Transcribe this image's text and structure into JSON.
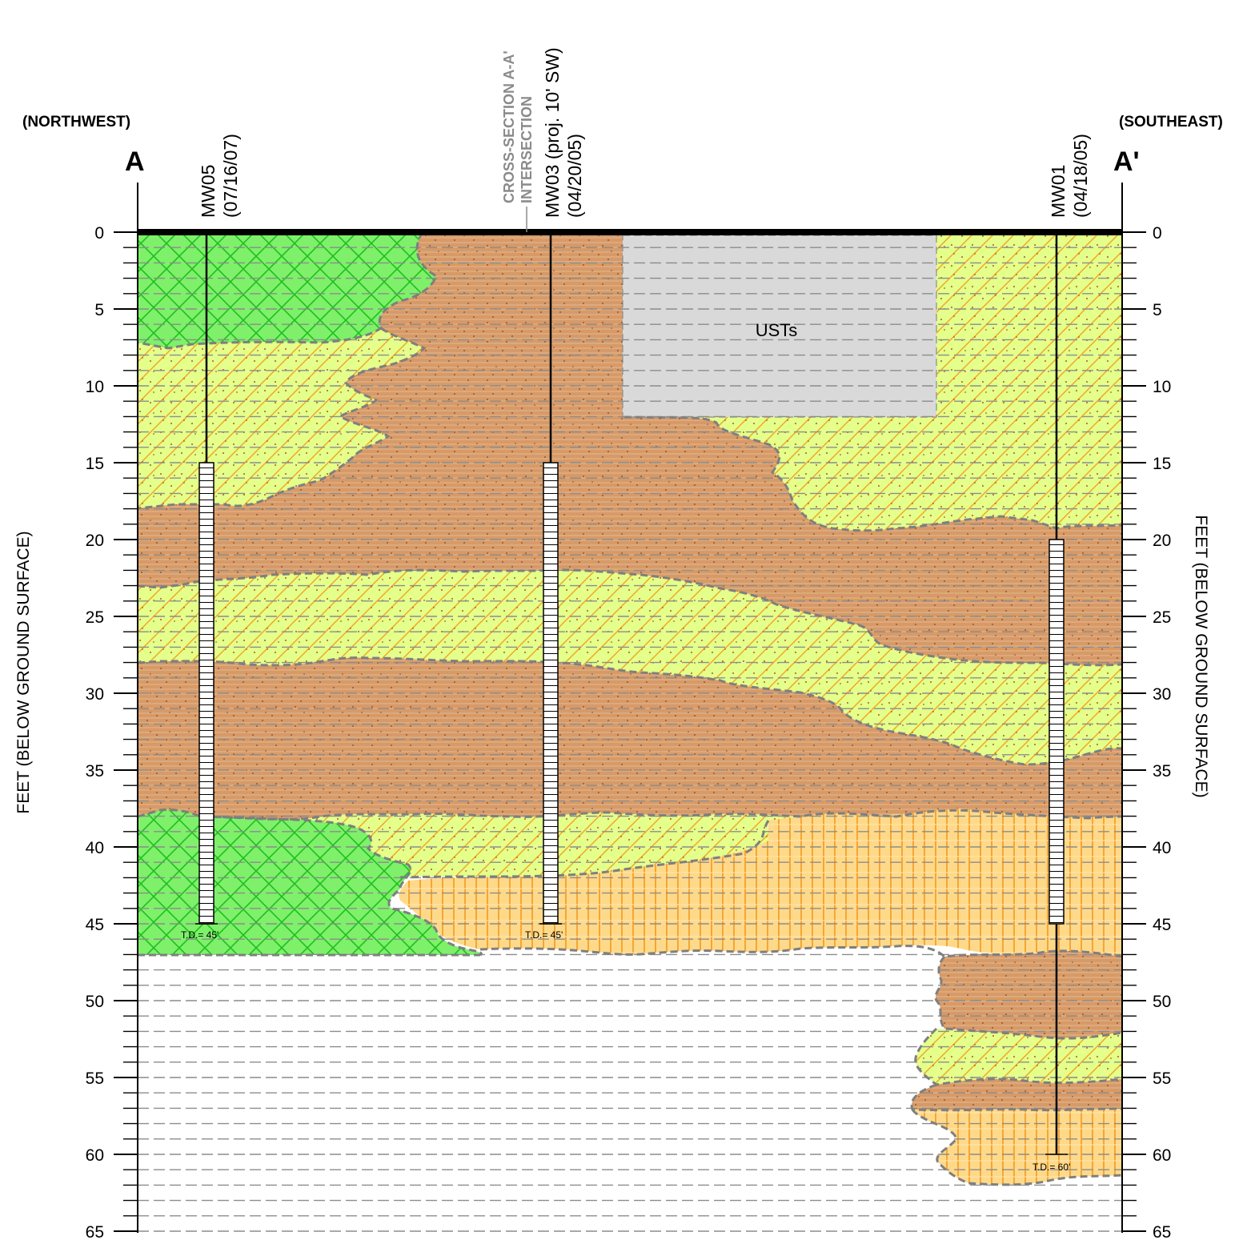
{
  "section": {
    "start_label": "A",
    "end_label": "A'",
    "start_direction": "(NORTHWEST)",
    "end_direction": "(SOUTHEAST)",
    "left_axis_title": "FEET (BELOW GROUND SURFACE)",
    "right_axis_title": "FEET (BELOW GROUND SURFACE)",
    "depth_ticks": [
      "0",
      "5",
      "10",
      "15",
      "20",
      "25",
      "30",
      "35",
      "40",
      "45",
      "50",
      "55",
      "60",
      "65"
    ]
  },
  "intersection": {
    "line1": "CROSS-SECTION A-A'",
    "line2": "INTERSECTION"
  },
  "wells": [
    {
      "id": "MW05",
      "name_line": "MW05",
      "date_line": "(07/16/07)",
      "screen_top_ft": 15,
      "screen_bottom_ft": 45,
      "total_depth_ft": 45,
      "td_label": "T.D.= 45'"
    },
    {
      "id": "MW03",
      "name_line": "MW03  (proj. 10' SW)",
      "date_line": "(04/20/05)",
      "screen_top_ft": 15,
      "screen_bottom_ft": 45,
      "total_depth_ft": 45,
      "td_label": "T.D.= 45'"
    },
    {
      "id": "MW01",
      "name_line": "MW01",
      "date_line": "(04/18/05)",
      "screen_top_ft": 20,
      "screen_bottom_ft": 45,
      "total_depth_ft": 60,
      "td_label": "T.D.= 60'"
    }
  ],
  "ust_label": "USTs",
  "colors": {
    "green_unit": "#7ef06a",
    "yellow_unit": "#e4ff8a",
    "brown_unit": "#d69a68",
    "orange_unit": "#ffd98a",
    "ust_fill": "#d9d9d9",
    "boundary": "#7f7f7f",
    "water_dash": "#8c8c8c"
  }
}
